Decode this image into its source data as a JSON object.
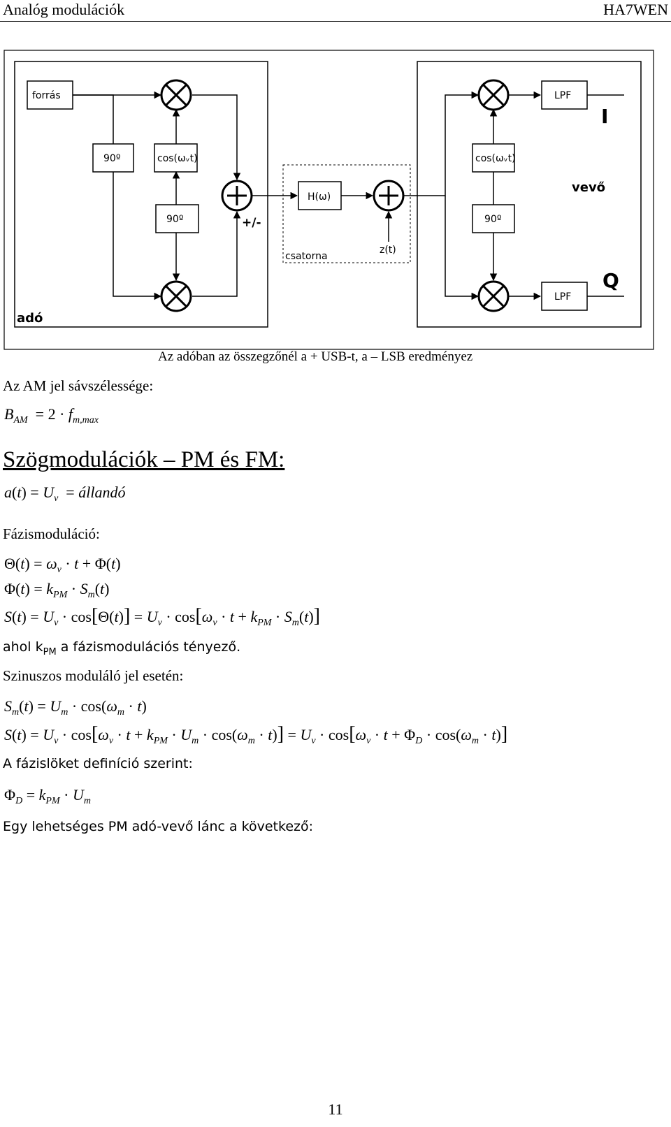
{
  "header": {
    "left": "Analóg modulációk",
    "right": "HA7WEN"
  },
  "diagram": {
    "forras": "forrás",
    "deg90": "90º",
    "cos_wvt": "cos(ωᵥt)",
    "plus_minus": "+/-",
    "h_omega": "H(ω)",
    "z_t": "z(t)",
    "csatorna": "csatorna",
    "ado": "adó",
    "lpf": "LPF",
    "I": "I",
    "Q": "Q",
    "vevo": "vevő"
  },
  "caption": "Az adóban az összegzőnél a + USB-t, a – LSB eredményez",
  "am_bandwidth_label": "Az AM jel sávszélessége:",
  "section_title": "Szögmodulációk – PM és FM:",
  "fazismod_label": "Fázismoduláció:",
  "ahol_text": "a fázismodulációs tényező.",
  "szinusz_label": "Szinuszos moduláló jel esetén:",
  "fazislöket_label": "A fázislöket definíció szerint:",
  "lanc_text": "Egy lehetséges PM adó-vevő lánc a következő:",
  "page_number": "11"
}
